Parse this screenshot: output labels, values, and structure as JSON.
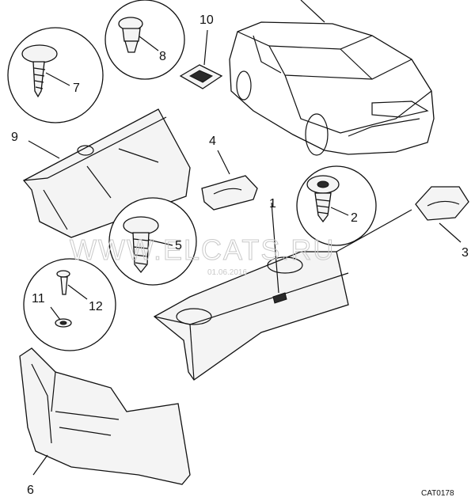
{
  "diagram": {
    "labels": {
      "p1": "1",
      "p2": "2",
      "p3": "3",
      "p4": "4",
      "p5": "5",
      "p6": "6",
      "p7": "7",
      "p8": "8",
      "p9": "9",
      "p10": "10",
      "p11": "11",
      "p12": "12"
    },
    "catalog_code": "CAT0178",
    "watermark": {
      "text": "WWW.ELCATS.RU",
      "date": "01.06.2016"
    }
  }
}
